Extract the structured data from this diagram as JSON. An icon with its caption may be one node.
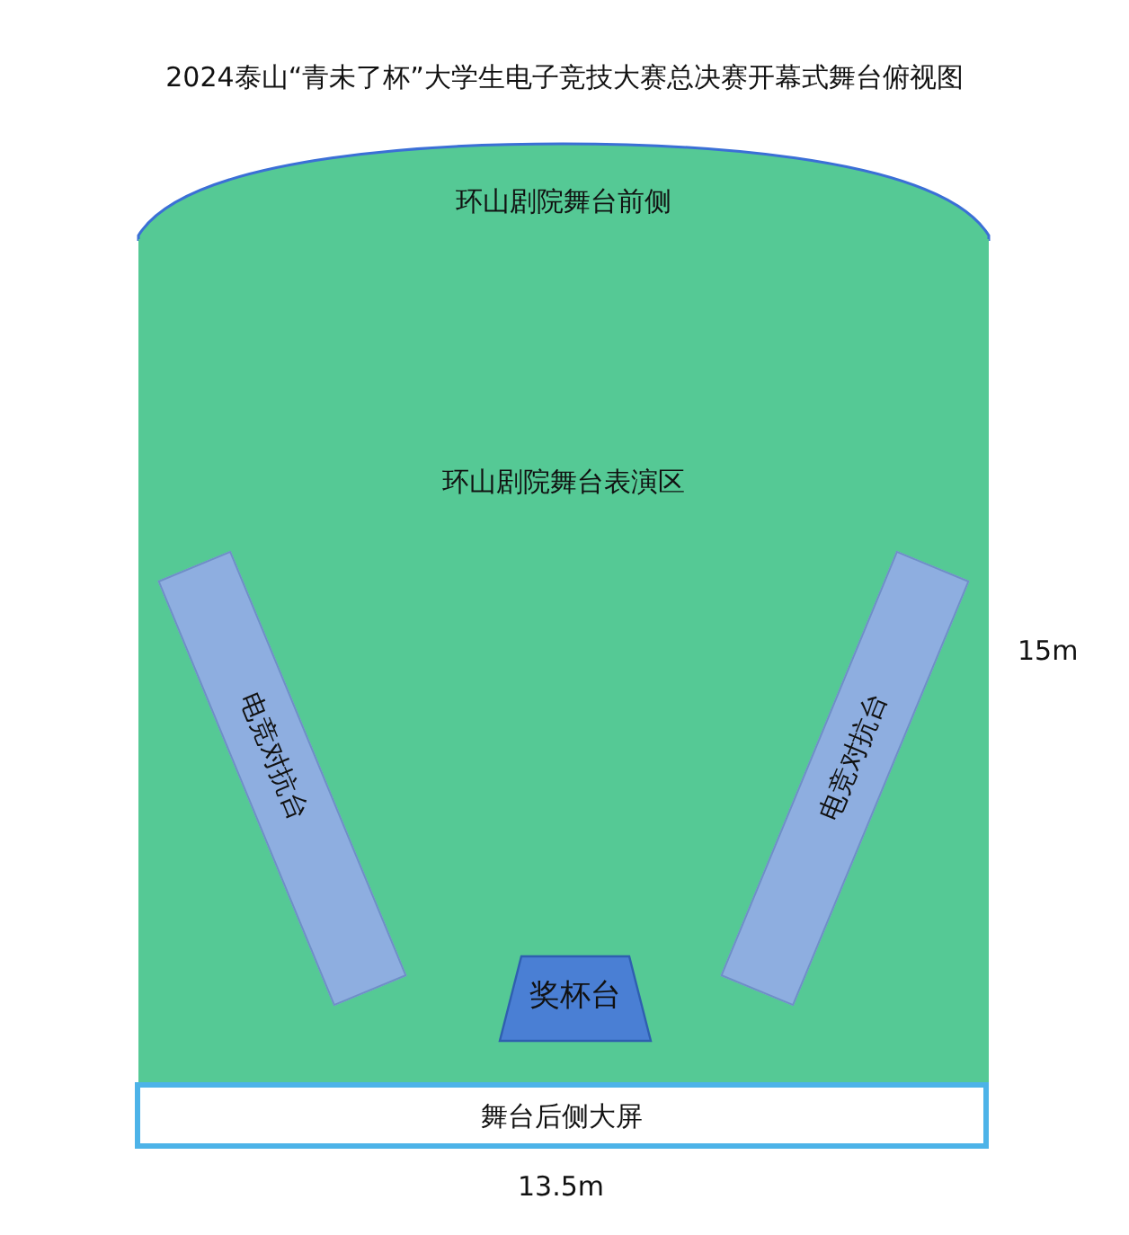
{
  "diagram": {
    "title": "2024泰山“青未了杯”大学生电子竞技大赛总决赛开幕式舞台俯视图",
    "nodes": [
      {
        "text": [
          "环山剧院舞台前侧"
        ]
      },
      {
        "text": [
          "环山剧院舞台表演区"
        ]
      },
      {
        "text": [
          "电竞对抗台"
        ],
        "in": 1
      },
      {
        "text": [
          "电竞对抗台"
        ],
        "in": 1
      },
      {
        "text": [
          "奖杯台"
        ],
        "in": 1
      },
      {
        "text": [
          "舞台后侧大屏"
        ]
      }
    ],
    "edges": [],
    "labels": [
      "15m",
      "13.5m"
    ]
  }
}
